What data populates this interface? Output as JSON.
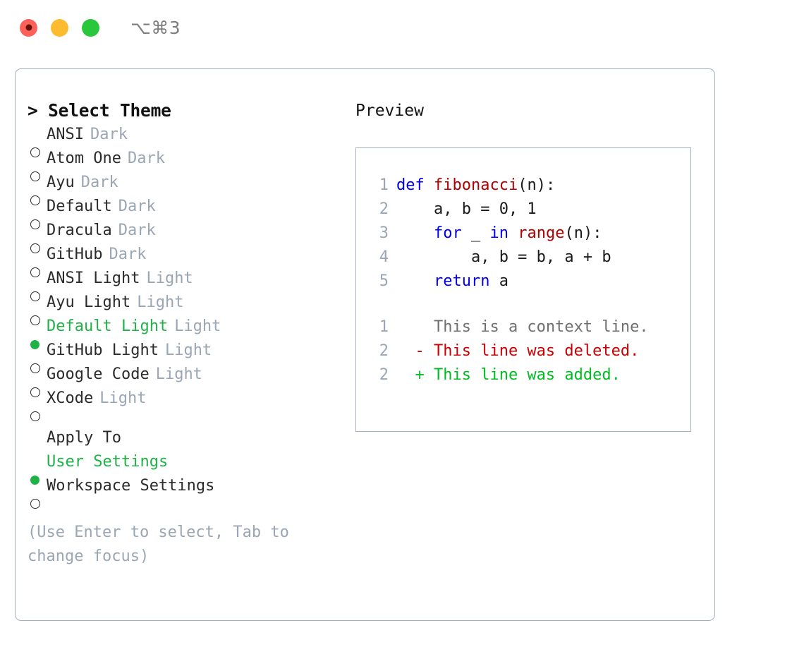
{
  "titlebar": {
    "shortcut": "⌥⌘3",
    "buttons": [
      {
        "name": "close",
        "color": "#fc6058"
      },
      {
        "name": "minimize",
        "color": "#fdbc2f"
      },
      {
        "name": "zoom",
        "color": "#2ac63c"
      }
    ]
  },
  "theme_picker": {
    "header": "> Select Theme",
    "options": [
      {
        "label": "ANSI",
        "tag": "Dark",
        "selected": false
      },
      {
        "label": "Atom One",
        "tag": "Dark",
        "selected": false
      },
      {
        "label": "Ayu",
        "tag": "Dark",
        "selected": false
      },
      {
        "label": "Default",
        "tag": "Dark",
        "selected": false
      },
      {
        "label": "Dracula",
        "tag": "Dark",
        "selected": false
      },
      {
        "label": "GitHub",
        "tag": "Dark",
        "selected": false
      },
      {
        "label": "ANSI Light",
        "tag": "Light",
        "selected": false
      },
      {
        "label": "Ayu Light",
        "tag": "Light",
        "selected": false
      },
      {
        "label": "Default Light",
        "tag": "Light",
        "selected": true
      },
      {
        "label": "GitHub Light",
        "tag": "Light",
        "selected": false
      },
      {
        "label": "Google Code",
        "tag": "Light",
        "selected": false
      },
      {
        "label": "XCode",
        "tag": "Light",
        "selected": false
      }
    ]
  },
  "apply_to": {
    "header": "Apply To",
    "options": [
      {
        "label": "User Settings",
        "selected": true
      },
      {
        "label": "Workspace Settings",
        "selected": false
      }
    ]
  },
  "hint": "(Use Enter to select, Tab to change focus)",
  "preview": {
    "title": "Preview",
    "code_lines": [
      {
        "no": "1",
        "tokens": [
          {
            "t": "def ",
            "c": "kw"
          },
          {
            "t": "fibonacci",
            "c": "fn"
          },
          {
            "t": "(n):",
            "c": "txt"
          }
        ]
      },
      {
        "no": "2",
        "tokens": [
          {
            "t": "    a, b = 0, 1",
            "c": "txt"
          }
        ]
      },
      {
        "no": "3",
        "tokens": [
          {
            "t": "    ",
            "c": "txt"
          },
          {
            "t": "for",
            "c": "kw"
          },
          {
            "t": " _ ",
            "c": "txt"
          },
          {
            "t": "in",
            "c": "kw"
          },
          {
            "t": " ",
            "c": "txt"
          },
          {
            "t": "range",
            "c": "fn"
          },
          {
            "t": "(n):",
            "c": "txt"
          }
        ]
      },
      {
        "no": "4",
        "tokens": [
          {
            "t": "        a, b = b, a + b",
            "c": "txt"
          }
        ]
      },
      {
        "no": "5",
        "tokens": [
          {
            "t": "    ",
            "c": "txt"
          },
          {
            "t": "return",
            "c": "kw"
          },
          {
            "t": " a",
            "c": "txt"
          }
        ]
      }
    ],
    "diff_lines": [
      {
        "no": "1",
        "marker": " ",
        "text": "This is a context line.",
        "kind": "ctx"
      },
      {
        "no": "2",
        "marker": "-",
        "text": "This line was deleted.",
        "kind": "del"
      },
      {
        "no": "2",
        "marker": "+",
        "text": "This line was added.",
        "kind": "add"
      }
    ]
  },
  "colors": {
    "accent_green": "#1fb347",
    "muted": "#9aa6b4",
    "border": "#a6b0bd",
    "keyword_blue": "#0000ee",
    "function_red": "#b00000",
    "diff_del": "#cc0000",
    "diff_add": "#00bb22"
  }
}
